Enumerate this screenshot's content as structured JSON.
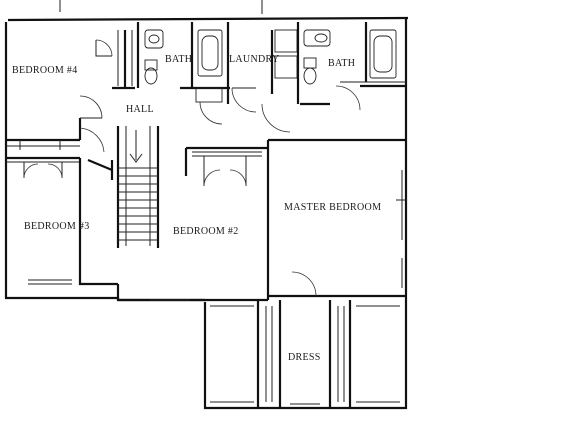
{
  "rooms": {
    "bedroom4": "BEDROOM #4",
    "bath1": "BATH",
    "laundry": "LAUNDRY",
    "bath2": "BATH",
    "hall": "HALL",
    "bedroom3": "BEDROOM #3",
    "bedroom2": "BEDROOM #2",
    "master": "MASTER BEDROOM",
    "dress": "DRESS"
  }
}
